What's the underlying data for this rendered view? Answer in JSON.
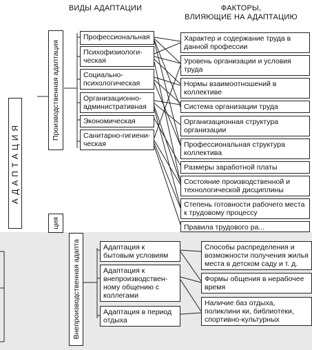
{
  "headers": {
    "types": "ВИДЫ АДАПТАЦИИ",
    "factors_line1": "ФАКТОРЫ,",
    "factors_line2": "ВЛИЯЮЩИЕ НА АДАПТАЦИЮ"
  },
  "main_label": "АДАПТАЦИЯ",
  "production": {
    "label": "Производственная адаптация",
    "types": [
      "Профессиональная",
      "Психофизиологи-ческая",
      "Социально-психологическая",
      "Организационно-административная",
      "Экономическая",
      "Санитарно-гигиени-ческая"
    ],
    "factors": [
      "Характер и содержание труда в данной профессии",
      "Уровень организации и условия труда",
      "Нормы взаимоотношений в коллективе",
      "Система организации труда",
      "Организационная структура организации",
      "Профессиональная структура коллектива",
      "Размеры заработной платы",
      "Состояние производственной и технологической дисциплины",
      "Степень готовности рабочего места к трудовому процессу",
      "Правила трудового ра..."
    ]
  },
  "nonproduction": {
    "stub_label": "ция",
    "label": "Внепроизводственная адапта",
    "types": [
      "Адаптация к бытовым условиям",
      "Адаптация к внепроизводствен-ному общению с коллегами",
      "Адаптация в период отдыха"
    ],
    "factors": [
      "Способы распределения и возможности получения жилья места в детском саду и т. д.",
      "Формы общения в нерабочее время",
      "Наличие баз отдыха, поликлини ки, библиотеки, спортивно-культурных заведений"
    ]
  }
}
